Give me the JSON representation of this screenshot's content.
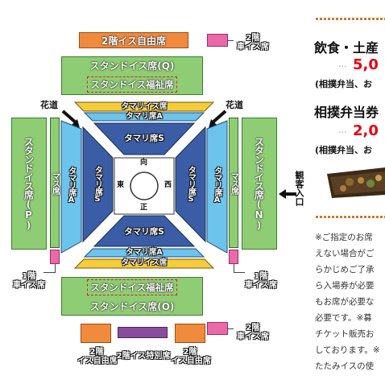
{
  "seating": {
    "top": {
      "balcony_free": "2階イス自由席",
      "wheelchair": "2階\n車イス席",
      "stand_q": "スタンドイス席(Q)",
      "stand_welfare": "スタンドイス福祉席"
    },
    "bottom": {
      "stand_welfare": "スタンドイス福祉席",
      "stand_o": "スタンドイス席(O)",
      "wheelchair": "2階\n車イス席",
      "balcony_free_left": "2階\nイス自由席",
      "balcony_special": "2階イス特別席",
      "balcony_free_right": "2階\nイス自由席"
    },
    "left": {
      "hanamichi": "花道",
      "stand_p": "スタンドイス席(P)",
      "masu": "マス席",
      "tamari_a": "タマリ席A",
      "tamari_s": "タマリ席S",
      "wheelchair": "1階\n車イス席"
    },
    "right": {
      "hanamichi": "花道",
      "stand_n": "スタンドイス席(N)",
      "masu": "マス席",
      "tamari_a": "タマリ席A",
      "tamari_s": "タマリ席S",
      "wheelchair": "1階\n車イス席",
      "entrance": "観客入口"
    },
    "center": {
      "tamari_chair_top": "タマリイス席",
      "tamari_a_top": "タマリ席A",
      "tamari_s_top": "タマリ席S",
      "tamari_s_bottom": "タマリ席S",
      "tamari_a_bottom": "タマリ席A",
      "tamari_chair_bottom": "タマリイス席",
      "dir_north": "向",
      "dir_south": "正",
      "dir_east": "東",
      "dir_west": "西"
    }
  },
  "info": {
    "food_title": "飲食・土産",
    "food_price": "5,0",
    "food_note": "(相撲弁当、お",
    "bento_title": "相撲弁当券",
    "bento_price": "2,0",
    "bento_note": "(相撲弁当、お",
    "notes": [
      "※ご指定のお席",
      "えない場合がご",
      "らかじめご了承",
      "ら入場券が必要",
      "もお席が必要な",
      "必要です。※募",
      "チケット販売お",
      "しております。※",
      "たたみイスの使"
    ]
  },
  "colors": {
    "green": "#8fcd74",
    "orange": "#f08a3c",
    "purple": "#8a4d9e",
    "pink": "#ea6aa8",
    "tamari_a": "#6cc3eb",
    "tamari_s": "#3a5da6",
    "yellow": "#f5cc3c",
    "price_red": "#e60012"
  }
}
